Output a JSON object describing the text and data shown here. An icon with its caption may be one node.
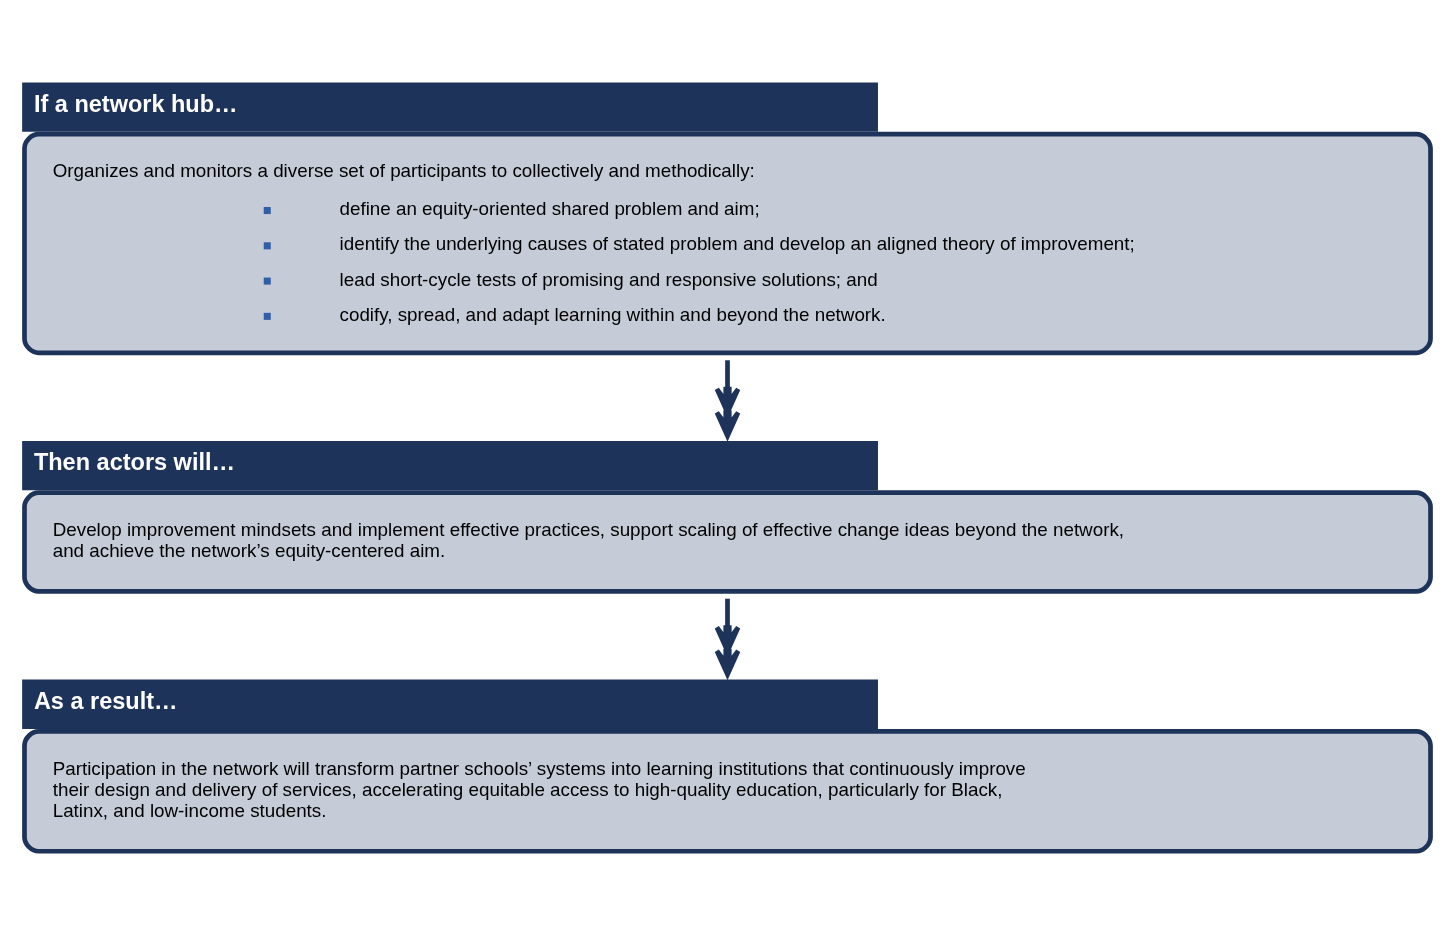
{
  "diagram": {
    "nodes": [
      {
        "text": [
          "If a network hub…",
          "Organizes and monitors a diverse set of participants to collectively and methodically:",
          "define an equity-oriented shared problem and aim;",
          "identify the underlying causes of stated problem and develop an aligned theory of improvement;",
          "lead short-cycle tests of promising and responsive solutions; and",
          "codify, spread, and adapt learning within and beyond the network."
        ]
      },
      {
        "text": [
          "Then actors will…",
          "Develop improvement mindsets and implement effective practices, support scaling of effective change ideas beyond the network, and achieve the network’s equity-centered aim."
        ]
      },
      {
        "text": [
          "As a result…",
          "Participation in the network will transform partner schools’ systems into learning institutions that continuously improve their design and delivery of services, accelerating equitable access to high-quality education, particularly for Black, Latinx, and low-income students."
        ]
      }
    ],
    "edges": [
      {
        "from": 0,
        "to": 1,
        "arrow": "to"
      },
      {
        "from": 1,
        "to": 2,
        "arrow": "to"
      }
    ]
  }
}
